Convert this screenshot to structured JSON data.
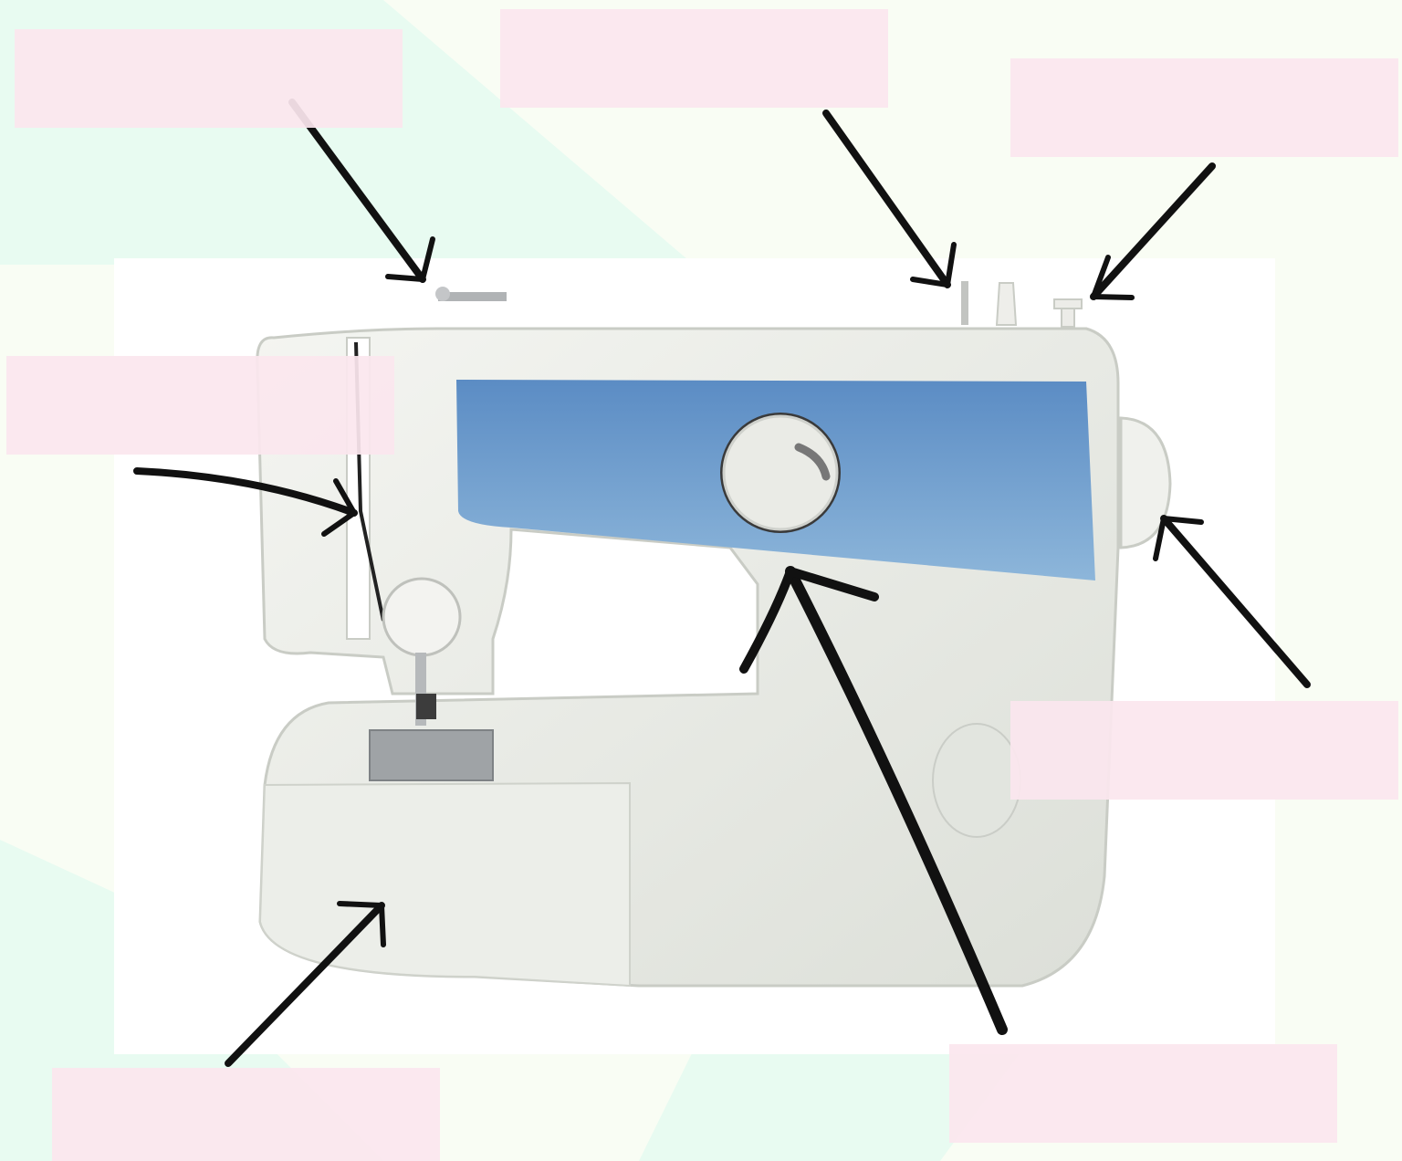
{
  "diagram": {
    "labels": [
      {
        "id": "thread-guide",
        "text": ""
      },
      {
        "id": "spool-pin",
        "text": ""
      },
      {
        "id": "bobbin-winder",
        "text": ""
      },
      {
        "id": "take-up-lever",
        "text": ""
      },
      {
        "id": "handwheel",
        "text": ""
      },
      {
        "id": "stitch-selector",
        "text": ""
      },
      {
        "id": "free-arm",
        "text": ""
      }
    ],
    "colors": {
      "label_fill": "#fbe6ee",
      "machine_body": "#eceee9",
      "panel_top": "#5b8cc4",
      "panel_bottom": "#8db6da",
      "arrow": "#111111",
      "background_mint": "#e8fbf1",
      "background_cream": "#f9fdf4"
    }
  }
}
